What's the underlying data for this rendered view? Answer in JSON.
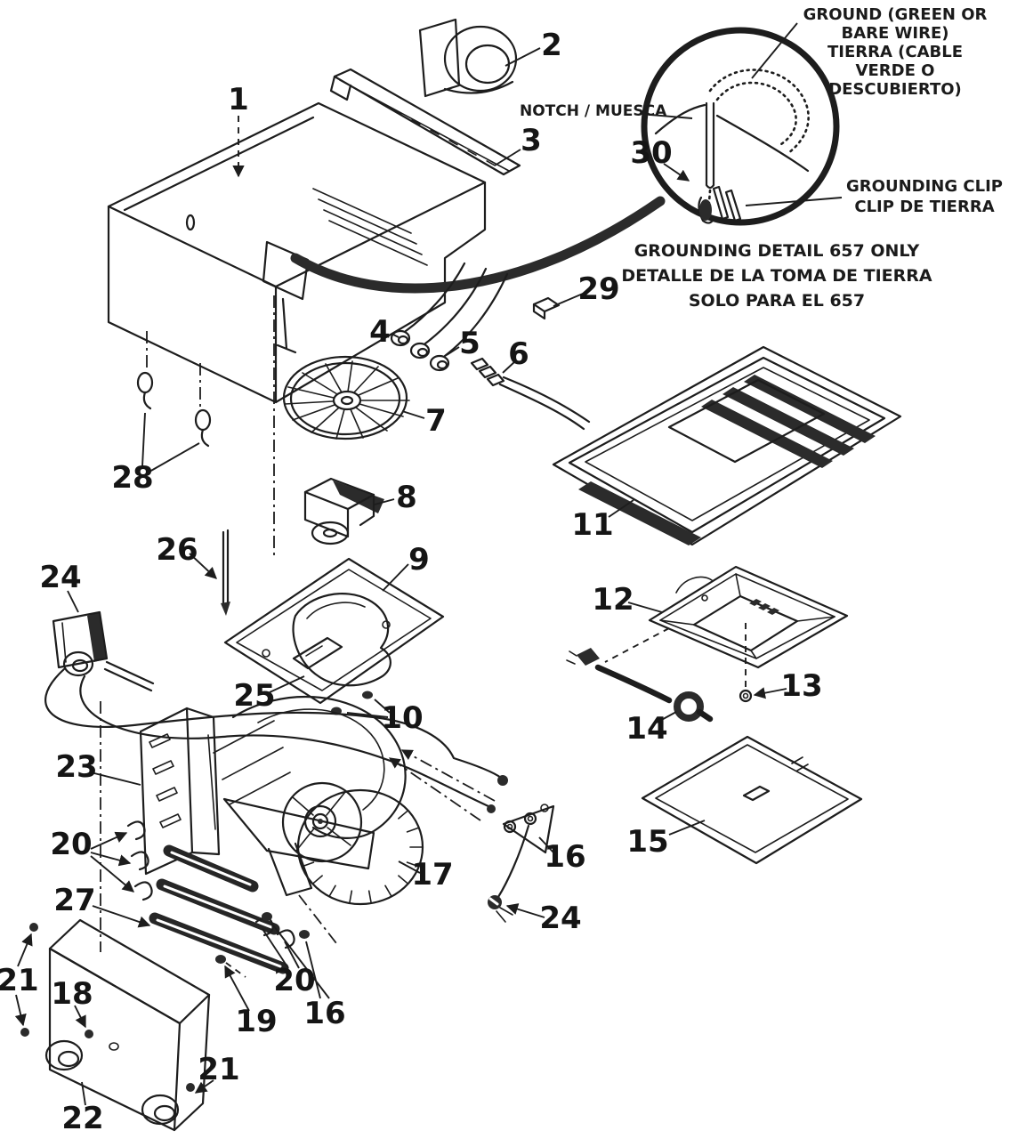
{
  "figure": {
    "type": "exploded-parts-diagram",
    "subject": "ventilation fan heater assembly",
    "model_note": "657"
  },
  "annotations": {
    "ground_label": "GROUND (GREEN OR\nBARE WIRE)\nTIERRA (CABLE\nVERDE O\nDESCUBIERTO)",
    "notch_label": "NOTCH / MUESCA",
    "grounding_clip_label": "GROUNDING CLIP\nCLIP DE TIERRA",
    "grounding_detail_note": "GROUNDING DETAIL 657 ONLY\nDETALLE DE LA TOMA DE TIERRA\nSOLO PARA EL 657"
  },
  "callouts": [
    {
      "num": "1"
    },
    {
      "num": "2"
    },
    {
      "num": "3"
    },
    {
      "num": "4"
    },
    {
      "num": "5"
    },
    {
      "num": "6"
    },
    {
      "num": "7"
    },
    {
      "num": "8"
    },
    {
      "num": "9"
    },
    {
      "num": "10"
    },
    {
      "num": "11"
    },
    {
      "num": "12"
    },
    {
      "num": "13"
    },
    {
      "num": "14"
    },
    {
      "num": "15"
    },
    {
      "num": "16"
    },
    {
      "num": "16"
    },
    {
      "num": "17"
    },
    {
      "num": "18"
    },
    {
      "num": "19"
    },
    {
      "num": "20"
    },
    {
      "num": "20"
    },
    {
      "num": "21"
    },
    {
      "num": "21"
    },
    {
      "num": "22"
    },
    {
      "num": "23"
    },
    {
      "num": "24"
    },
    {
      "num": "24"
    },
    {
      "num": "25"
    },
    {
      "num": "26"
    },
    {
      "num": "27"
    },
    {
      "num": "28"
    },
    {
      "num": "29"
    },
    {
      "num": "30"
    }
  ],
  "colors": {
    "ink": "#1d1d1d",
    "dark_fill": "#2b2b2b",
    "background": "#ffffff"
  }
}
